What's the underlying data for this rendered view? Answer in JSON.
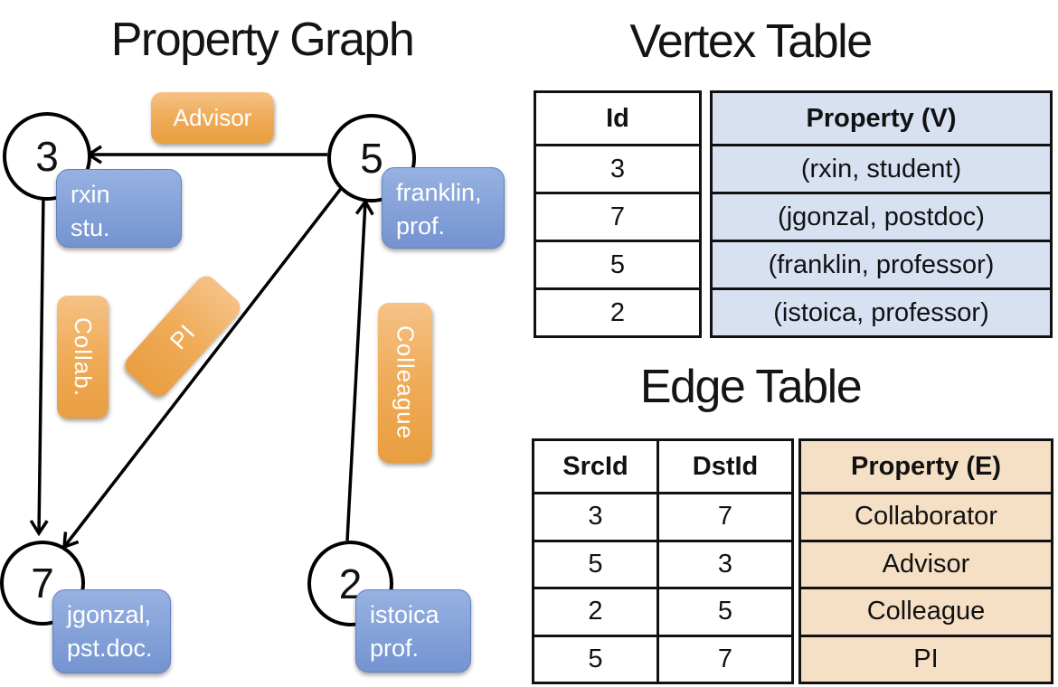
{
  "titles": {
    "property_graph": "Property Graph",
    "vertex_table": "Vertex Table",
    "edge_table": "Edge Table"
  },
  "graph": {
    "nodes": [
      {
        "id": "3",
        "line1": "rxin",
        "line2": "stu."
      },
      {
        "id": "5",
        "line1": "franklin,",
        "line2": "prof."
      },
      {
        "id": "7",
        "line1": "jgonzal,",
        "line2": "pst.doc."
      },
      {
        "id": "2",
        "line1": "istoica",
        "line2": "prof."
      }
    ],
    "edge_labels": {
      "advisor": "Advisor",
      "collab": "Collab.",
      "pi": "PI",
      "colleague": "Colleague"
    }
  },
  "vertex_table": {
    "header_id": "Id",
    "header_property": "Property (V)",
    "rows": [
      {
        "id": "3",
        "property": "(rxin, student)"
      },
      {
        "id": "7",
        "property": "(jgonzal, postdoc)"
      },
      {
        "id": "5",
        "property": "(franklin, professor)"
      },
      {
        "id": "2",
        "property": "(istoica, professor)"
      }
    ]
  },
  "edge_table": {
    "header_src": "SrcId",
    "header_dst": "DstId",
    "header_property": "Property (E)",
    "rows": [
      {
        "src": "3",
        "dst": "7",
        "property": "Collaborator"
      },
      {
        "src": "5",
        "dst": "3",
        "property": "Advisor"
      },
      {
        "src": "2",
        "dst": "5",
        "property": "Colleague"
      },
      {
        "src": "5",
        "dst": "7",
        "property": "PI"
      }
    ]
  },
  "colors": {
    "edge_label_top": "#F5C286",
    "edge_label_bottom": "#E99E40",
    "vertex_label_top": "#97B1E1",
    "vertex_label_bottom": "#7493D0",
    "vertex_cell_bg": "#D8E1F2",
    "edge_cell_bg": "#F5DFC5",
    "line": "#000000"
  }
}
